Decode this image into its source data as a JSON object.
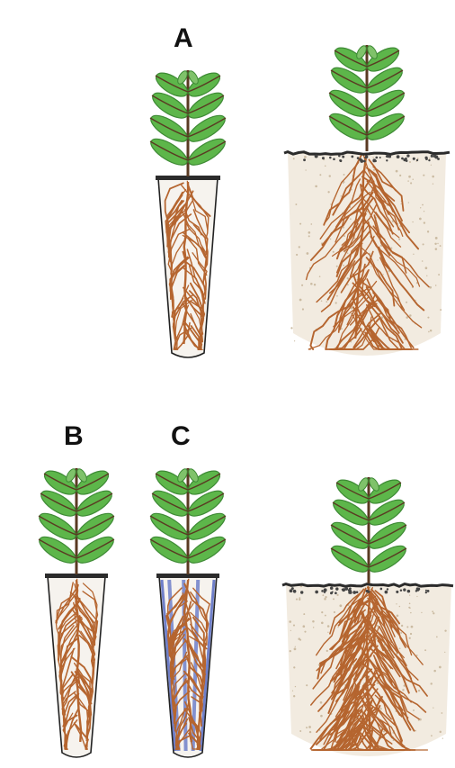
{
  "labels": {
    "a": "A",
    "b": "B",
    "c": "C"
  },
  "colors": {
    "leaf": "#5db64a",
    "leaf_dark": "#3e8a35",
    "stem": "#5a3a22",
    "root": "#b5652f",
    "soil": "#2b2b2b",
    "soil_bg": "#efe6d8",
    "tube_outline": "#222222",
    "tube_c_walls": "#6f7fc9"
  },
  "scenes": [
    {
      "id": "container-seedling-a",
      "label_key": "a",
      "kind": "container",
      "ribs": false
    },
    {
      "id": "planted-seedling-a",
      "kind": "planted"
    },
    {
      "id": "container-seedling-b",
      "label_key": "b",
      "kind": "container",
      "ribs": false
    },
    {
      "id": "container-seedling-c",
      "label_key": "c",
      "kind": "container",
      "ribs": true
    },
    {
      "id": "planted-seedling-bc",
      "kind": "planted"
    }
  ]
}
